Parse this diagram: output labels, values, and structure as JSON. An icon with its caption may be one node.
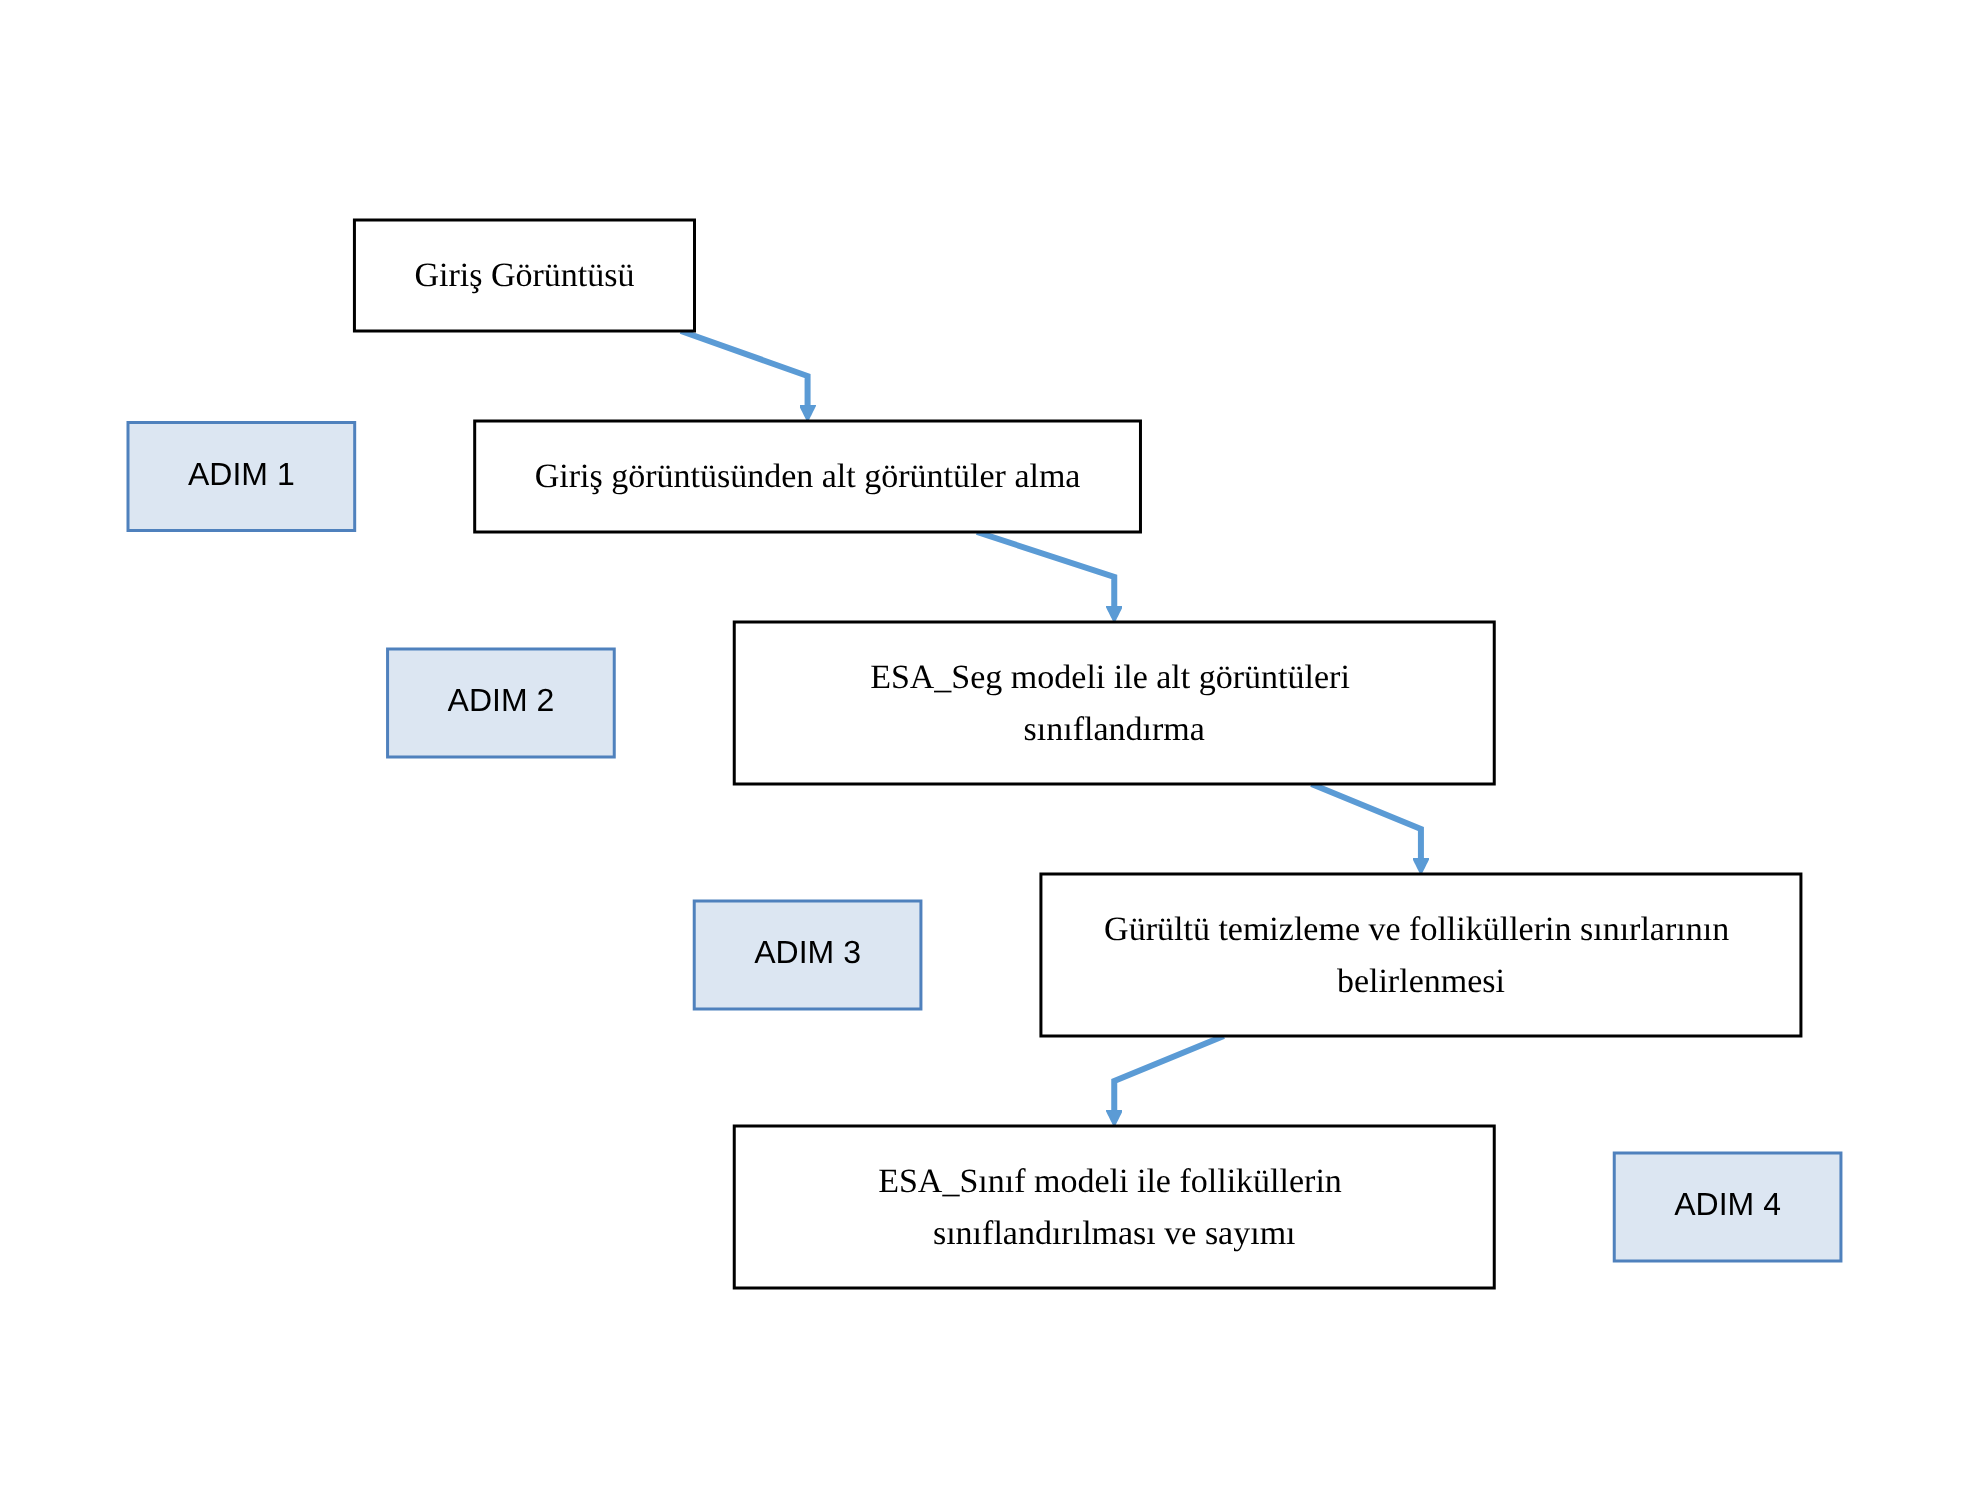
{
  "diagram": {
    "nodes": [
      {
        "text": [
          "Giriş Görüntüsü"
        ]
      },
      {
        "text": [
          "ADIM 1"
        ]
      },
      {
        "text": [
          "Giriş görüntüsünden alt görüntüler alma"
        ]
      },
      {
        "text": [
          "ADIM 2"
        ]
      },
      {
        "text": [
          "ESA_Seg modeli ile alt görüntüleri sınıflandırma"
        ]
      },
      {
        "text": [
          "ADIM 3"
        ]
      },
      {
        "text": [
          "Gürültü temizleme ve folliküllerin sınırlarının belirlenmesi"
        ]
      },
      {
        "text": [
          "ADIM 4"
        ]
      },
      {
        "text": [
          "ESA_Sınıf modeli ile folliküllerin sınıflandırılması ve sayımı"
        ]
      }
    ],
    "edges": [
      {
        "from": 0,
        "to": 2,
        "arrow": "to"
      },
      {
        "from": 2,
        "to": 4,
        "arrow": "to"
      },
      {
        "from": 4,
        "to": 6,
        "arrow": "to"
      },
      {
        "from": 6,
        "to": 8,
        "arrow": "to"
      }
    ]
  }
}
